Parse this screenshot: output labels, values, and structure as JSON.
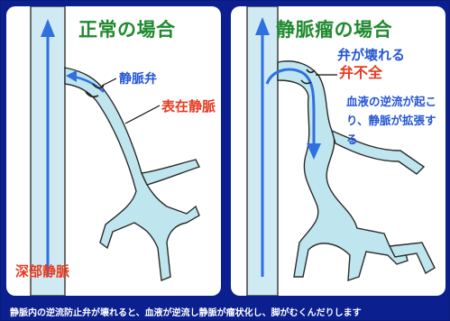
{
  "left_panel": {
    "title": "正常の場合",
    "valve_label": "静脈弁",
    "superficial_vein_label": "表在静脈",
    "deep_vein_label": "深部静脈"
  },
  "right_panel": {
    "title": "静脈瘤の場合",
    "valve_broken_label": "弁が壊れる",
    "insufficiency_label": "弁不全",
    "explanation_label": "血液の逆流が起こり、静脈が拡張する"
  },
  "caption": "静脈内の逆流防止弁が壊れると、血液が逆流し静脈が瘤状化し、脚がむくんだりします",
  "colors": {
    "background": "#0b1f8f",
    "title_green": "#1f8a2e",
    "label_blue": "#2456d6",
    "label_red": "#e83a1f",
    "vein_fill": "#bfe6ee",
    "vein_outline": "#2b2b2b",
    "flow_arrow": "#2f6fe0"
  }
}
